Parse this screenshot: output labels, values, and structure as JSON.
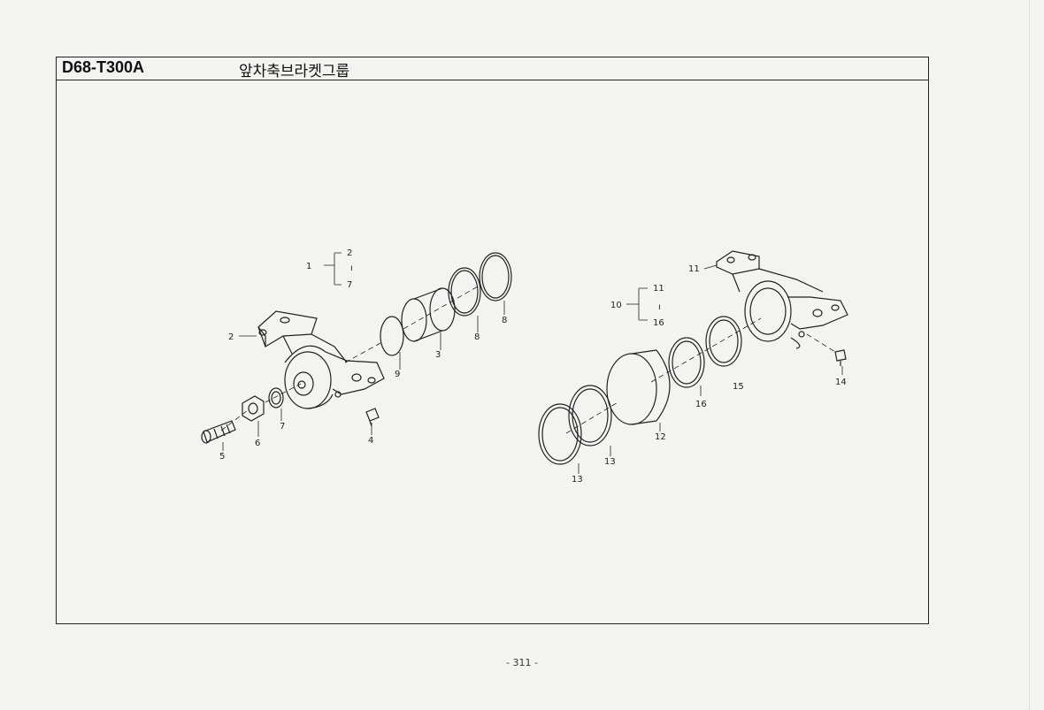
{
  "header": {
    "code": "D68-T300A",
    "title": "앞차축브라켓그룹"
  },
  "callouts": {
    "c1": "1",
    "c2_top": "2",
    "c_sep1": "ı",
    "c7_top": "7",
    "c2": "2",
    "c3": "3",
    "c4": "4",
    "c5": "5",
    "c6": "6",
    "c7": "7",
    "c8a": "8",
    "c8b": "8",
    "c9": "9",
    "c10": "10",
    "c11_top": "11",
    "c_sep2": "ı",
    "c16_top": "16",
    "c11": "11",
    "c12": "12",
    "c13a": "13",
    "c13b": "13",
    "c14": "14",
    "c15": "15",
    "c16": "16"
  },
  "footer": {
    "page_number": "- 311 -"
  }
}
